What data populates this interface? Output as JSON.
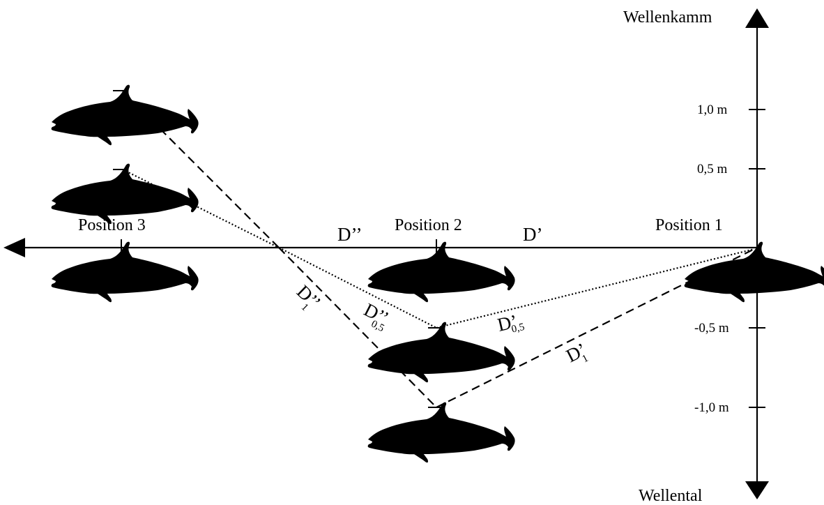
{
  "axis": {
    "top_label": "Wellenkamm",
    "bottom_label": "Wellental",
    "ticks": [
      {
        "value": 1.0,
        "label": "1,0 m"
      },
      {
        "value": 0.5,
        "label": "0,5 m"
      },
      {
        "value": -0.5,
        "label": "-0,5 m"
      },
      {
        "value": -1.0,
        "label": "-1,0 m"
      }
    ]
  },
  "positions": {
    "p1": "Position 1",
    "p2": "Position 2",
    "p3": "Position 3"
  },
  "distances": {
    "d_prime": "D’",
    "d_double_prime": "D’’",
    "d1_prime_main": "D’",
    "d1_prime_sub": "1",
    "d05_prime_main": "D’",
    "d05_prime_sub": "0,5",
    "d1_double_main": "D’’",
    "d1_double_sub": "1",
    "d05_double_main": "D’’",
    "d05_double_sub": "0,5"
  },
  "colors": {
    "ink": "#000000",
    "background": "#ffffff"
  }
}
